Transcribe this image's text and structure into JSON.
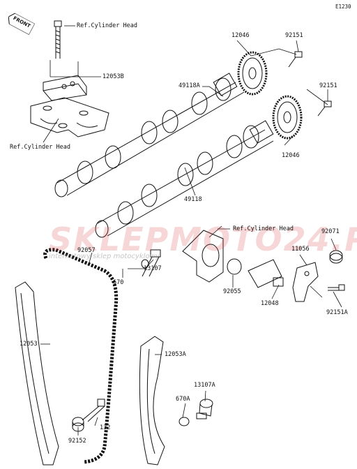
{
  "diagram": {
    "corner_code": "E1230",
    "front_label": "FRONT",
    "watermark": {
      "brand": "SKLEPMOTO24.PL",
      "tagline": "internetowy sklep motocyklowy"
    },
    "labels": [
      {
        "id": "ref-head-1",
        "text": "Ref.Cylinder Head"
      },
      {
        "id": "12053B",
        "text": "12053B"
      },
      {
        "id": "ref-head-2",
        "text": "Ref.Cylinder Head"
      },
      {
        "id": "12046-top",
        "text": "12046"
      },
      {
        "id": "92151-top",
        "text": "92151"
      },
      {
        "id": "49118A",
        "text": "49118A"
      },
      {
        "id": "92151-mid",
        "text": "92151"
      },
      {
        "id": "12046-mid",
        "text": "12046"
      },
      {
        "id": "49118",
        "text": "49118"
      },
      {
        "id": "ref-head-3",
        "text": "Ref.Cylinder Head"
      },
      {
        "id": "92071",
        "text": "92071"
      },
      {
        "id": "92057",
        "text": "92057"
      },
      {
        "id": "11056",
        "text": "11056"
      },
      {
        "id": "670",
        "text": "670"
      },
      {
        "id": "13107",
        "text": "13107"
      },
      {
        "id": "92055",
        "text": "92055"
      },
      {
        "id": "12048",
        "text": "12048"
      },
      {
        "id": "92151A",
        "text": "92151A"
      },
      {
        "id": "12053",
        "text": "12053"
      },
      {
        "id": "12053A",
        "text": "12053A"
      },
      {
        "id": "13107A",
        "text": "13107A"
      },
      {
        "id": "670A",
        "text": "670A"
      },
      {
        "id": "132",
        "text": "132"
      },
      {
        "id": "92152",
        "text": "92152"
      }
    ]
  }
}
